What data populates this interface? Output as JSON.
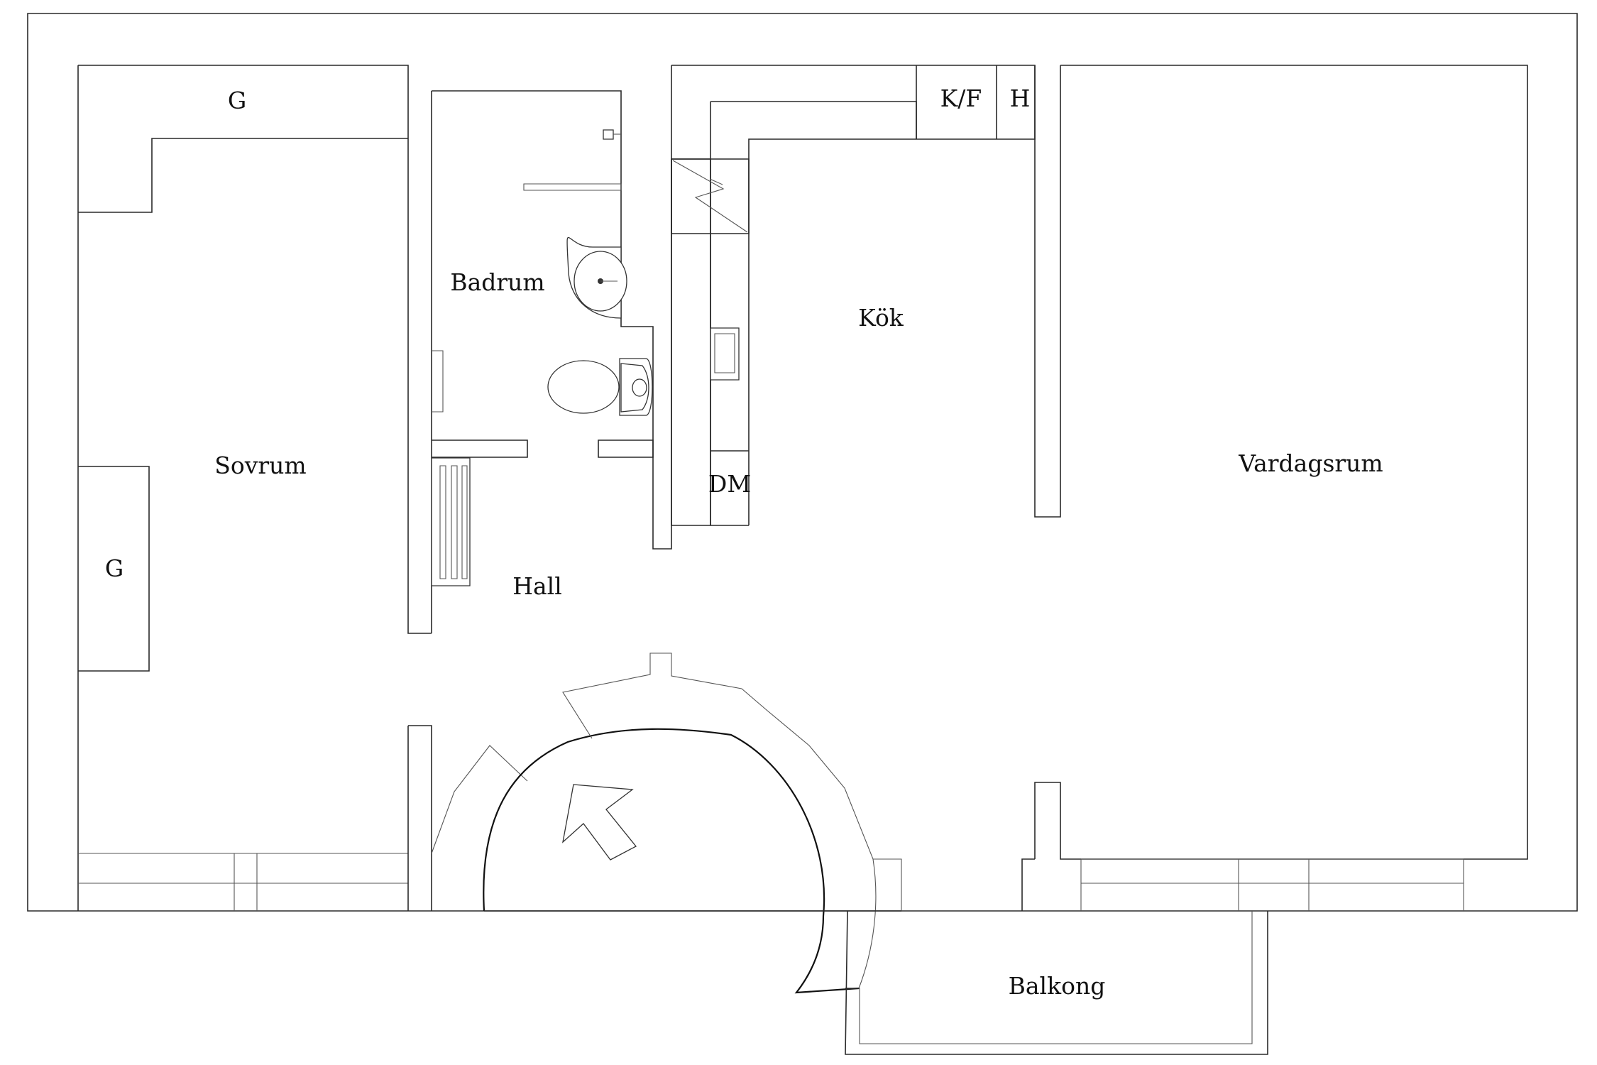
{
  "rooms": {
    "sovrum": "Sovrum",
    "badrum": "Badrum",
    "kok": "Kök",
    "vardagsrum": "Vardagsrum",
    "hall": "Hall",
    "balkong": "Balkong"
  },
  "labels": {
    "wardrobe_top": "G",
    "wardrobe_left": "G",
    "fridge_freezer": "K/F",
    "hood": "H",
    "dishwasher": "DM"
  }
}
